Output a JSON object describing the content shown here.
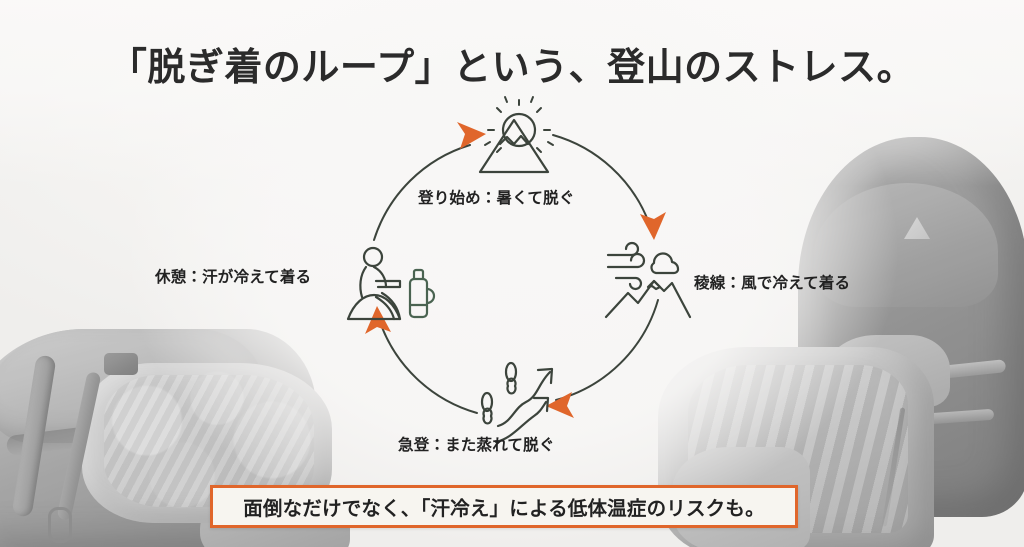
{
  "slide": {
    "title": "「脱ぎ着のループ」という、登山のストレス。",
    "background_color": "#f5f4f2"
  },
  "cycle": {
    "name": "脱ぎ着のループ",
    "direction": "clockwise",
    "arrow_color": "#e0662b",
    "line_color": "#3c443c",
    "accent_green": "#4a6351",
    "steps": [
      {
        "position": "top",
        "label": "登り始め：暑くて脱ぐ",
        "icon": "sun-over-mountain-icon"
      },
      {
        "position": "right",
        "label": "稜線：風で冷えて着る",
        "icon": "wind-cloud-mountain-icon"
      },
      {
        "position": "bottom",
        "label": "急登：また蒸れて脱ぐ",
        "icon": "footprints-ascending-arrows-icon"
      },
      {
        "position": "left",
        "label": "休憩：汗が冷えて着る",
        "icon": "seated-hiker-thermos-icon"
      }
    ]
  },
  "caption": {
    "text": "面倒なだけでなく、「汗冷え」による低体温症のリスクも。",
    "border_color": "#e0662b",
    "fill_color": "#f7f5f0"
  },
  "photos": {
    "left": "gray-backpack-stuffed-with-fleece",
    "right": "large-backpack-with-draped-jacket"
  }
}
